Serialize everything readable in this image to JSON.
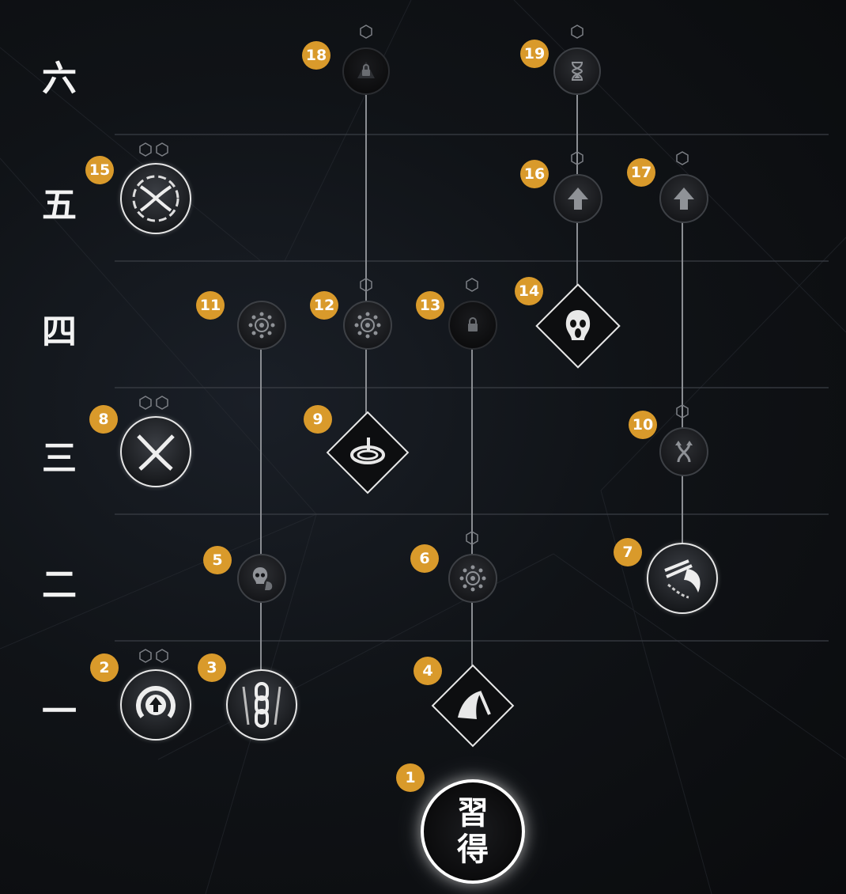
{
  "tiers": [
    "六",
    "五",
    "四",
    "三",
    "二",
    "一"
  ],
  "acquire": {
    "char1": "習",
    "char2": "得"
  },
  "nodes": {
    "n1": {
      "badge": "1"
    },
    "n2": {
      "badge": "2",
      "icon": "circular-arrow-up-icon",
      "pips": 2
    },
    "n3": {
      "badge": "3",
      "icon": "chain-icon"
    },
    "n4": {
      "badge": "4",
      "icon": "hooded-blade-icon"
    },
    "n5": {
      "badge": "5",
      "icon": "skull-icon"
    },
    "n6": {
      "badge": "6",
      "icon": "node-hub-icon",
      "pips": 1
    },
    "n7": {
      "badge": "7",
      "icon": "kusarigama-icon"
    },
    "n8": {
      "badge": "8",
      "icon": "crossed-blades-icon",
      "pips": 2
    },
    "n9": {
      "badge": "9",
      "icon": "spinning-chain-icon"
    },
    "n10": {
      "badge": "10",
      "icon": "twin-arrows-icon",
      "pips": 1
    },
    "n11": {
      "badge": "11",
      "icon": "node-hub-icon"
    },
    "n12": {
      "badge": "12",
      "icon": "node-hub-icon",
      "pips": 1
    },
    "n13": {
      "badge": "13",
      "icon": "lock-icon",
      "pips": 1
    },
    "n14": {
      "badge": "14",
      "icon": "screaming-skull-icon"
    },
    "n15": {
      "badge": "15",
      "icon": "crossed-blades-ring-icon",
      "pips": 2
    },
    "n16": {
      "badge": "16",
      "icon": "arrow-up-icon",
      "pips": 1
    },
    "n17": {
      "badge": "17",
      "icon": "arrow-up-icon",
      "pips": 1
    },
    "n18": {
      "badge": "18",
      "icon": "lock-icon",
      "pips": 1
    },
    "n19": {
      "badge": "19",
      "icon": "hourglass-icon",
      "pips": 1
    }
  },
  "colors": {
    "badge": "#d99a2b",
    "active_border": "#e6e6e6",
    "line": "#8a8d92",
    "background": "#0b0c0e"
  }
}
